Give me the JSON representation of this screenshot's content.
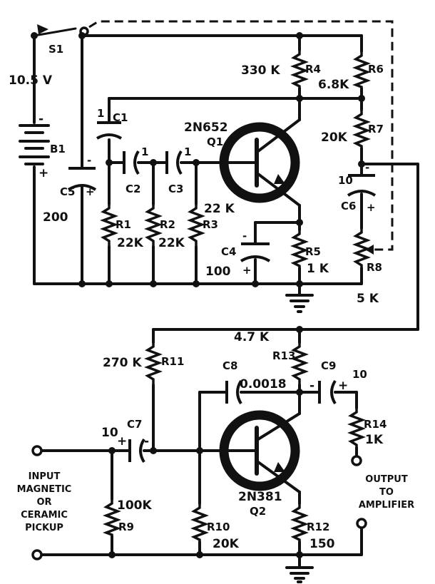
{
  "switch": {
    "label": "S1"
  },
  "battery": {
    "voltage": "10.5 V",
    "label": "B1",
    "minus": "-",
    "plus": "+"
  },
  "c5": {
    "label": "C5",
    "value": "200",
    "minus": "-",
    "plus": "+"
  },
  "c1": {
    "label": "C1",
    "value": "1"
  },
  "c2": {
    "label": "C2",
    "value": "1"
  },
  "c3": {
    "label": "C3",
    "value": "1"
  },
  "c4": {
    "label": "C4",
    "value": "100",
    "minus": "-",
    "plus": "+"
  },
  "c6": {
    "label": "C6",
    "value": "10",
    "minus": "-",
    "plus": "+"
  },
  "c7": {
    "label": "C7",
    "value": "10",
    "minus": "-",
    "plus": "+"
  },
  "c8": {
    "label": "C8",
    "value": "0.0018"
  },
  "c9": {
    "label": "C9",
    "value": "10",
    "minus": "-",
    "plus": "+"
  },
  "r1": {
    "label": "R1",
    "value": "22K"
  },
  "r2": {
    "label": "R2",
    "value": "22K"
  },
  "r3": {
    "label": "R3",
    "value": "22 K"
  },
  "r4": {
    "label": "R4",
    "value": "330 K"
  },
  "r5": {
    "label": "R5",
    "value": "1 K"
  },
  "r6": {
    "label": "R6",
    "value": "6.8K"
  },
  "r7": {
    "label": "R7",
    "value": "20K"
  },
  "r8": {
    "label": "R8",
    "value": "5 K"
  },
  "r9": {
    "label": "R9",
    "value": "100K"
  },
  "r10": {
    "label": "R10",
    "value": "20K"
  },
  "r11": {
    "label": "R11",
    "value": "270 K"
  },
  "r12": {
    "label": "R12",
    "value": "150"
  },
  "r13": {
    "label": "R13",
    "value": "4.7 K"
  },
  "r14": {
    "label": "R14",
    "value": "1K"
  },
  "q1": {
    "type": "2N652",
    "label": "Q1"
  },
  "q2": {
    "type": "2N381",
    "label": "Q2"
  },
  "input": {
    "line1": "INPUT",
    "line2": "MAGNETIC",
    "line3": "OR",
    "line4": "CERAMIC",
    "line5": "PICKUP"
  },
  "output": {
    "line1": "OUTPUT",
    "line2": "TO",
    "line3": "AMPLIFIER"
  }
}
